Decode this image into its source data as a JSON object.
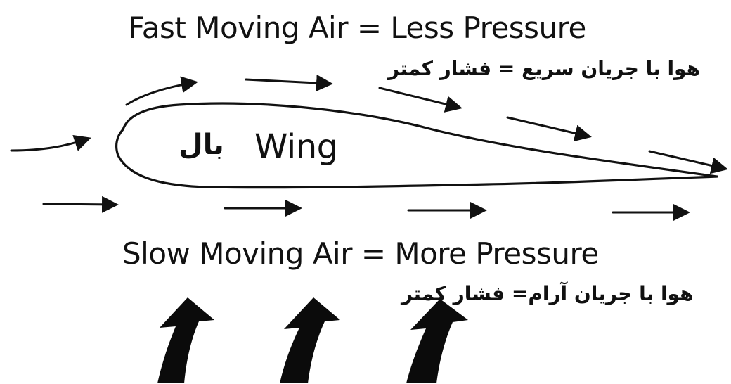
{
  "labels": {
    "top_english": "Fast Moving Air = Less Pressure",
    "top_persian": "هوا با جریان سریع = فشار کمتر",
    "wing_english": "Wing",
    "wing_persian": "بال",
    "bottom_english": "Slow Moving Air = More Pressure",
    "bottom_persian": "هوا با جریان آرام= فشار کمتر"
  },
  "colors": {
    "ink": "#111111",
    "background": "#ffffff"
  }
}
